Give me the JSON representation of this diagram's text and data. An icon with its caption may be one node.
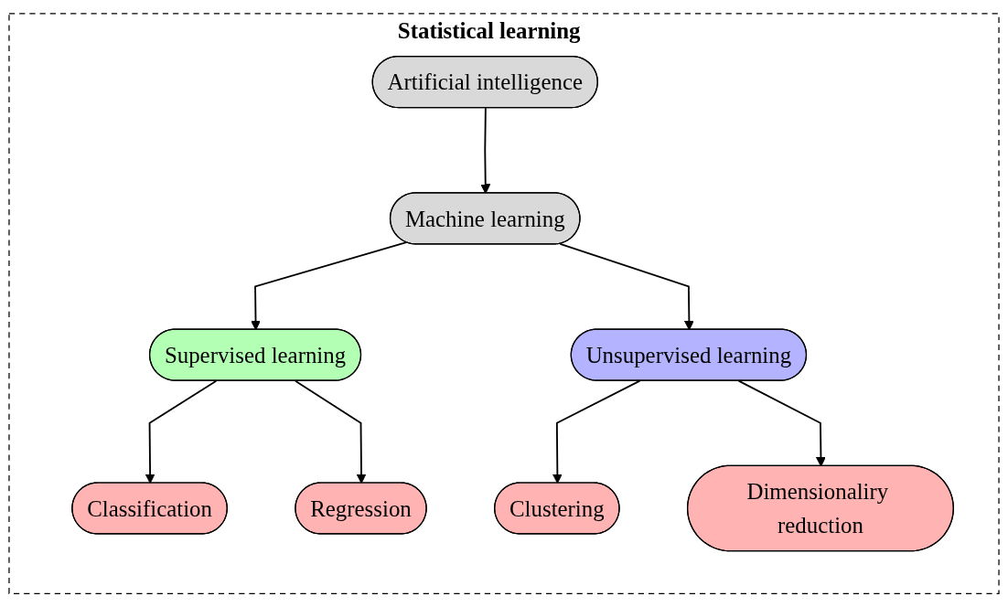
{
  "diagram": {
    "nodes": [
      {
        "text": [
          "Statistical learning"
        ]
      },
      {
        "text": [
          "Artificial intelligence"
        ],
        "in": 0
      },
      {
        "text": [
          "Machine learning"
        ],
        "in": 0
      },
      {
        "text": [
          "Supervised learning"
        ],
        "in": 0
      },
      {
        "text": [
          "Unsupervised learning"
        ],
        "in": 0
      },
      {
        "text": [
          "Classification"
        ],
        "in": 0
      },
      {
        "text": [
          "Regression"
        ],
        "in": 0
      },
      {
        "text": [
          "Clustering"
        ],
        "in": 0
      },
      {
        "text": [
          "Dimensionaliry reduction"
        ],
        "in": 0
      }
    ],
    "edges": [
      {
        "from": 1,
        "to": 2,
        "arrow": "to"
      },
      {
        "from": 2,
        "to": 3,
        "arrow": "to"
      },
      {
        "from": 2,
        "to": 4,
        "arrow": "to"
      },
      {
        "from": 3,
        "to": 5,
        "arrow": "to"
      },
      {
        "from": 3,
        "to": 6,
        "arrow": "to"
      },
      {
        "from": 4,
        "to": 7,
        "arrow": "to"
      },
      {
        "from": 4,
        "to": 8,
        "arrow": "to"
      }
    ]
  }
}
